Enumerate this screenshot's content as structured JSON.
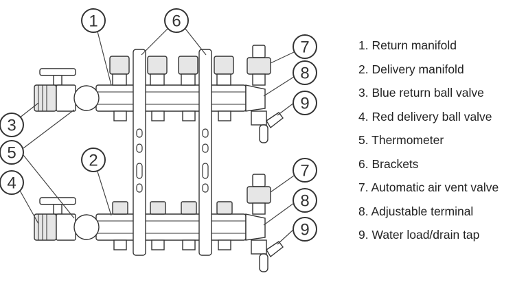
{
  "legend": [
    "1. Return manifold",
    "2. Delivery manifold",
    "3. Blue return ball valve",
    "4. Red delivery ball valve",
    "5. Thermometer",
    "6. Brackets",
    "7. Automatic air vent valve",
    "8. Adjustable terminal",
    "9. Water load/drain tap"
  ],
  "callouts": {
    "c1": "1",
    "c2": "2",
    "c3": "3",
    "c4": "4",
    "c5": "5",
    "c6": "6",
    "c7_top": "7",
    "c8_top": "8",
    "c9_top": "9",
    "c7_bottom": "7",
    "c8_bottom": "8",
    "c9_bottom": "9"
  }
}
